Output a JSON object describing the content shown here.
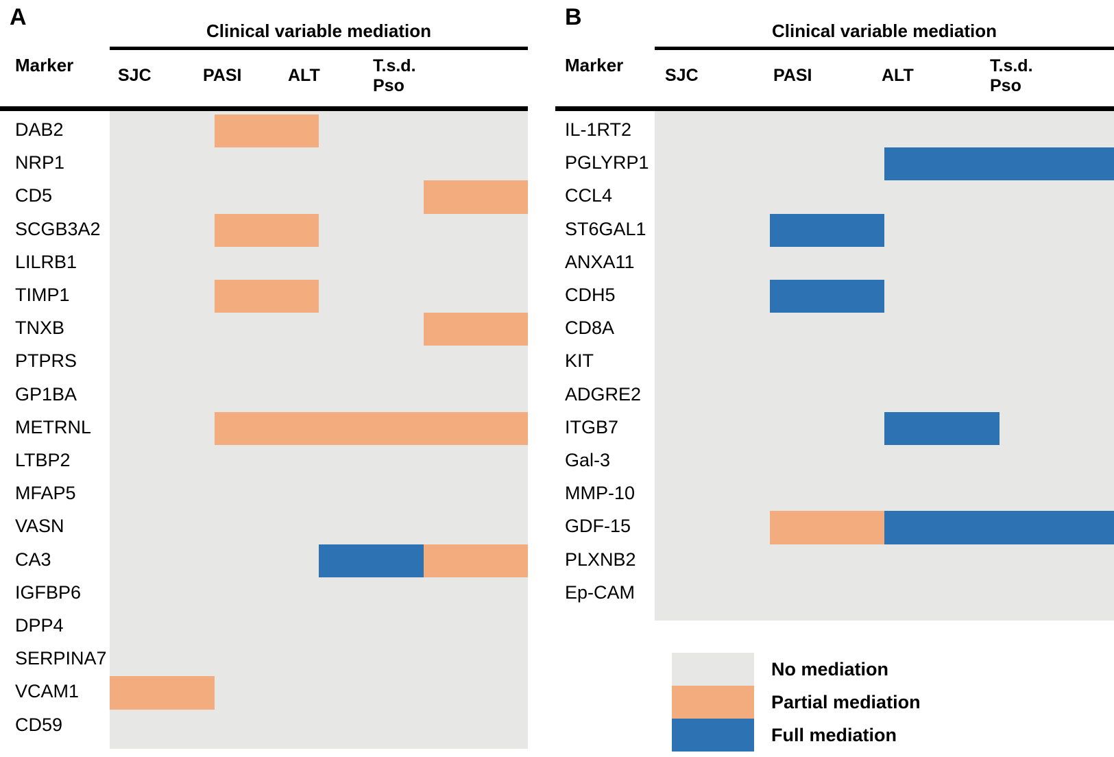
{
  "figure": {
    "legend_title": "",
    "colors": {
      "none": "#E7E7E5",
      "partial": "#F2AC7D",
      "full": "#2D72B3",
      "rule": "#000000",
      "background": "#FFFFFF"
    }
  },
  "legend": {
    "items": [
      {
        "key": "none",
        "label": "No mediation",
        "color": "#E7E7E5"
      },
      {
        "key": "partial",
        "label": "Partial mediation",
        "color": "#F2AC7D"
      },
      {
        "key": "full",
        "label": "Full mediation",
        "color": "#2D72B3"
      }
    ]
  },
  "chart_data": {
    "type": "heatmap",
    "title": "Clinical variable mediation",
    "xlabel": "",
    "ylabel": "Marker",
    "grid": false,
    "legend_position": "bottom-right",
    "value_map": {
      "0": "No mediation",
      "1": "Partial mediation",
      "2": "Full mediation"
    },
    "panels": [
      {
        "letter": "A",
        "group_header": "Clinical variable mediation",
        "row_header": "Marker",
        "categories": [
          "SJC",
          "PASI",
          "ALT",
          "T.s.d.\nPso"
        ],
        "rows": [
          {
            "marker": "DAB2",
            "values": [
              0,
              1,
              0,
              0
            ]
          },
          {
            "marker": "NRP1",
            "values": [
              0,
              0,
              0,
              0
            ]
          },
          {
            "marker": "CD5",
            "values": [
              0,
              0,
              0,
              1
            ]
          },
          {
            "marker": "SCGB3A2",
            "values": [
              0,
              1,
              0,
              0
            ]
          },
          {
            "marker": "LILRB1",
            "values": [
              0,
              0,
              0,
              0
            ]
          },
          {
            "marker": "TIMP1",
            "values": [
              0,
              1,
              0,
              0
            ]
          },
          {
            "marker": "TNXB",
            "values": [
              0,
              0,
              0,
              1
            ]
          },
          {
            "marker": "PTPRS",
            "values": [
              0,
              0,
              0,
              0
            ]
          },
          {
            "marker": "GP1BA",
            "values": [
              0,
              0,
              0,
              0
            ]
          },
          {
            "marker": "METRNL",
            "values": [
              0,
              1,
              1,
              1
            ]
          },
          {
            "marker": "LTBP2",
            "values": [
              0,
              0,
              0,
              0
            ]
          },
          {
            "marker": "MFAP5",
            "values": [
              0,
              0,
              0,
              0
            ]
          },
          {
            "marker": "VASN",
            "values": [
              0,
              0,
              0,
              0
            ]
          },
          {
            "marker": "CA3",
            "values": [
              0,
              0,
              2,
              1
            ]
          },
          {
            "marker": "IGFBP6",
            "values": [
              0,
              0,
              0,
              0
            ]
          },
          {
            "marker": "DPP4",
            "values": [
              0,
              0,
              0,
              0
            ]
          },
          {
            "marker": "SERPINA7",
            "values": [
              0,
              0,
              0,
              0
            ]
          },
          {
            "marker": "VCAM1",
            "values": [
              1,
              0,
              0,
              0
            ]
          },
          {
            "marker": "CD59",
            "values": [
              0,
              0,
              0,
              0
            ]
          }
        ]
      },
      {
        "letter": "B",
        "group_header": "Clinical variable mediation",
        "row_header": "Marker",
        "categories": [
          "SJC",
          "PASI",
          "ALT",
          "T.s.d.\nPso"
        ],
        "rows": [
          {
            "marker": "IL-1RT2",
            "values": [
              0,
              0,
              0,
              0
            ]
          },
          {
            "marker": "PGLYRP1",
            "values": [
              0,
              0,
              2,
              2
            ]
          },
          {
            "marker": "CCL4",
            "values": [
              0,
              0,
              0,
              0
            ]
          },
          {
            "marker": "ST6GAL1",
            "values": [
              0,
              2,
              0,
              0
            ]
          },
          {
            "marker": "ANXA11",
            "values": [
              0,
              0,
              0,
              0
            ]
          },
          {
            "marker": "CDH5",
            "values": [
              0,
              2,
              0,
              0
            ]
          },
          {
            "marker": "CD8A",
            "values": [
              0,
              0,
              0,
              0
            ]
          },
          {
            "marker": "KIT",
            "values": [
              0,
              0,
              0,
              0
            ]
          },
          {
            "marker": "ADGRE2",
            "values": [
              0,
              0,
              0,
              0
            ]
          },
          {
            "marker": "ITGB7",
            "values": [
              0,
              0,
              2,
              0
            ]
          },
          {
            "marker": "Gal-3",
            "values": [
              0,
              0,
              0,
              0
            ]
          },
          {
            "marker": "MMP-10",
            "values": [
              0,
              0,
              0,
              0
            ]
          },
          {
            "marker": "GDF-15",
            "values": [
              0,
              1,
              2,
              2
            ]
          },
          {
            "marker": "PLXNB2",
            "values": [
              0,
              0,
              0,
              0
            ]
          },
          {
            "marker": "Ep-CAM",
            "values": [
              0,
              0,
              0,
              0
            ]
          }
        ]
      }
    ]
  }
}
